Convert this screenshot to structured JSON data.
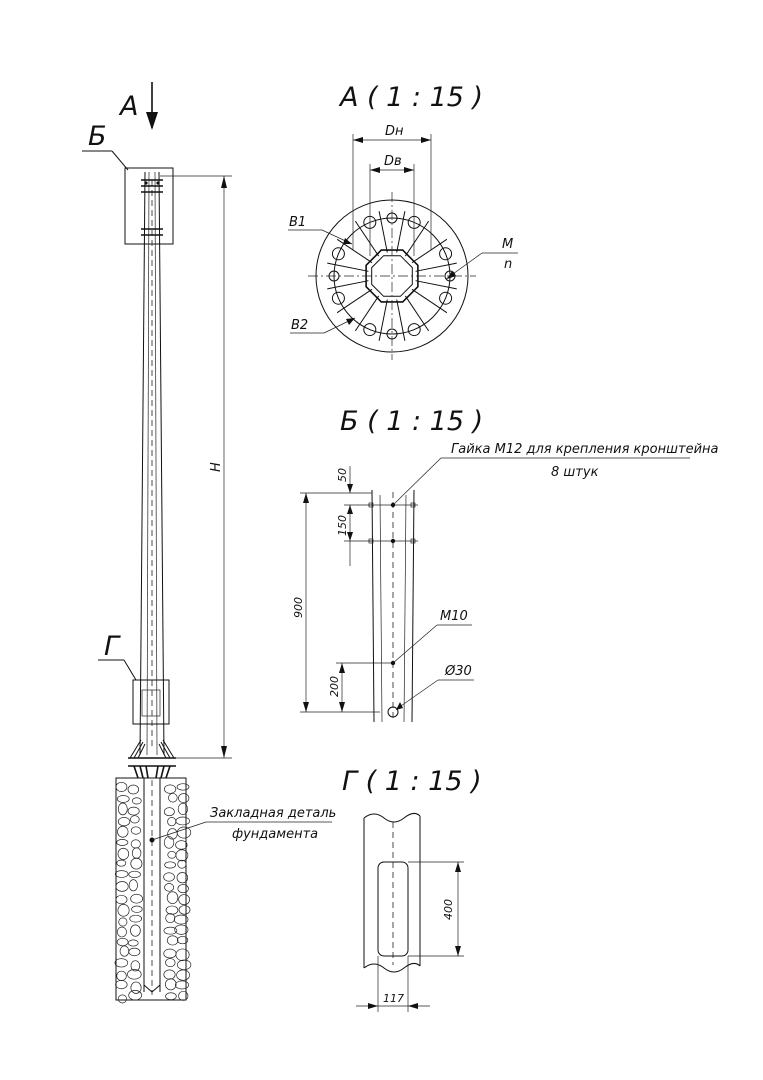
{
  "views": {
    "a_title": "А ( 1 : 15 )",
    "b_title": "Б ( 1 : 15 )",
    "g_title": "Г ( 1 : 15 )"
  },
  "main": {
    "arrow_label": "А",
    "callout_b": "Б",
    "callout_g": "Г",
    "dim_h": "Н",
    "foundation_line1": "Закладная деталь",
    "foundation_line2": "фундамента"
  },
  "view_a": {
    "dn": "Dн",
    "dv": "Dв",
    "b1": "В1",
    "b2": "В2",
    "m": "М",
    "n": "n"
  },
  "view_b": {
    "nut_line1": "Гайка М12 для крепления кронштейна",
    "nut_line2": "8 штук",
    "dim_50": "50",
    "dim_150": "150",
    "dim_900": "900",
    "dim_200": "200",
    "m10": "М10",
    "d30": "Ø30"
  },
  "view_g": {
    "dim_400": "400",
    "dim_117": "117"
  }
}
